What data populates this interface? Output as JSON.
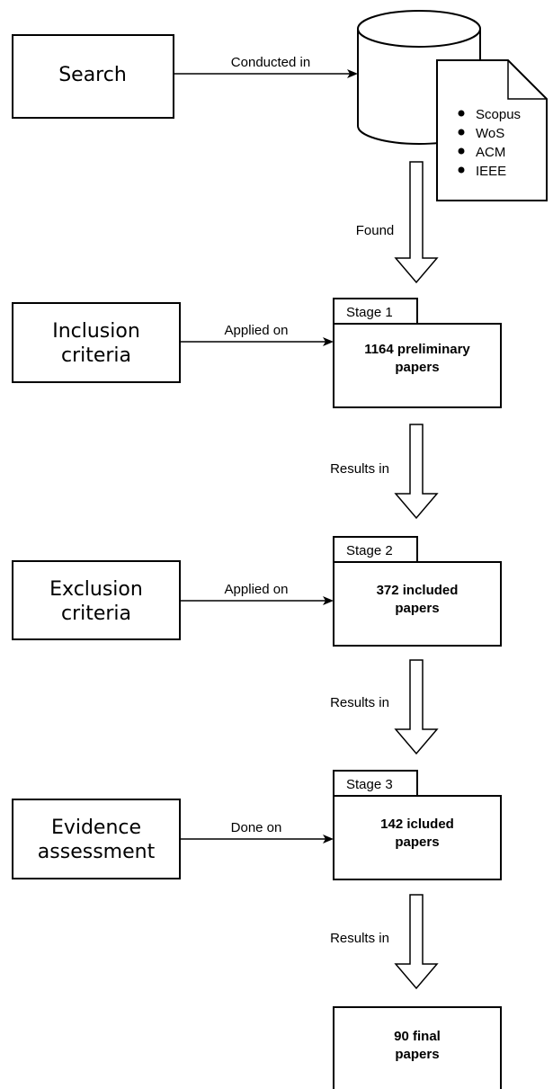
{
  "process_boxes": [
    {
      "lines": [
        "Search"
      ]
    },
    {
      "lines": [
        "Inclusion",
        "criteria"
      ]
    },
    {
      "lines": [
        "Exclusion",
        "criteria"
      ]
    },
    {
      "lines": [
        "Evidence",
        "assessment"
      ]
    }
  ],
  "connectors": [
    {
      "label": "Conducted in"
    },
    {
      "label": "Applied on"
    },
    {
      "label": "Applied on"
    },
    {
      "label": "Done on"
    }
  ],
  "databases": [
    "Scopus",
    "WoS",
    "ACM",
    "IEEE"
  ],
  "flow_labels": [
    "Found",
    "Results in",
    "Results in",
    "Results in"
  ],
  "stages": [
    {
      "tab": "Stage 1",
      "lines": [
        "1164 preliminary",
        "papers"
      ]
    },
    {
      "tab": "Stage 2",
      "lines": [
        "372 included",
        "papers"
      ]
    },
    {
      "tab": "Stage 3",
      "lines": [
        "142 icluded",
        "papers"
      ]
    },
    {
      "tab": "",
      "lines": [
        "90 final",
        "papers"
      ]
    }
  ]
}
